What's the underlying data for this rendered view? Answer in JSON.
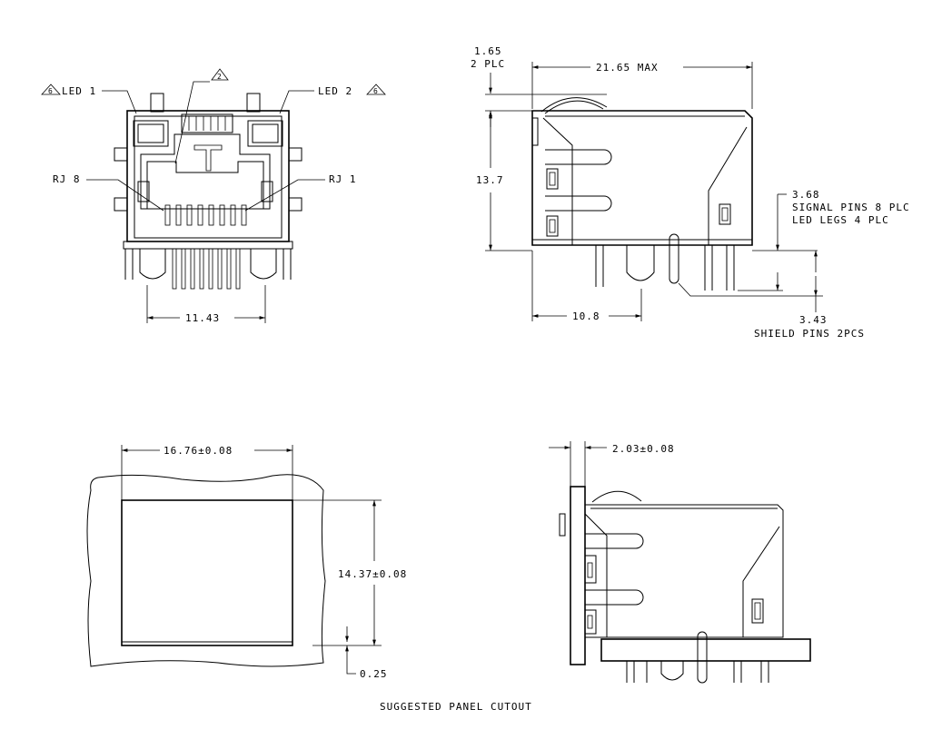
{
  "front_view": {
    "led1": "LED 1",
    "led2": "LED 2",
    "led_note_marker": "6",
    "tab_note_marker": "2",
    "rj8": "RJ 8",
    "rj1": "RJ 1",
    "pitch_dim": "11.43"
  },
  "side_view": {
    "top_dim_1": "1.65",
    "top_dim_2": "2 PLC",
    "length_dim": "21.65 MAX",
    "height_dim": "13.7",
    "signal_dim": "3.68",
    "signal_note_1": "SIGNAL PINS 8 PLC",
    "signal_note_2": "LED LEGS 4 PLC",
    "shield_dim": "3.43",
    "shield_note": "SHIELD PINS 2PCS",
    "depth_dim": "10.8"
  },
  "cutout_view": {
    "width_dim": "16.76±0.08",
    "height_dim": "14.37±0.08",
    "offset_dim": "0.25"
  },
  "panel_view": {
    "thickness_dim": "2.03±0.08"
  },
  "caption": "SUGGESTED PANEL CUTOUT"
}
